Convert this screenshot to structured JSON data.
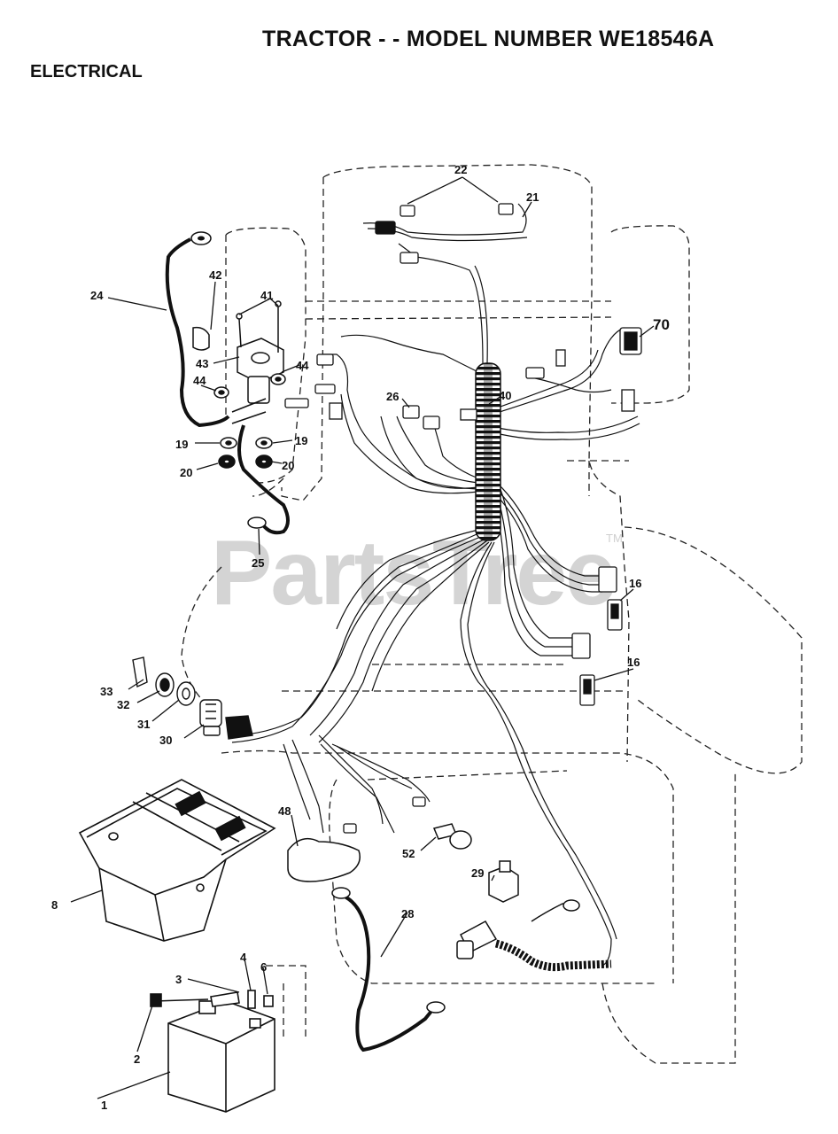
{
  "title": "TRACTOR - - MODEL NUMBER WE18546A",
  "section": "ELECTRICAL",
  "watermark": "PartsTree",
  "watermark_tm": "TM",
  "callouts": [
    "1",
    "2",
    "3",
    "4",
    "6",
    "8",
    "16",
    "16",
    "19",
    "19",
    "20",
    "20",
    "21",
    "22",
    "24",
    "25",
    "26",
    "28",
    "29",
    "30",
    "31",
    "32",
    "33",
    "40",
    "41",
    "42",
    "43",
    "44",
    "44",
    "48",
    "52",
    "70"
  ]
}
